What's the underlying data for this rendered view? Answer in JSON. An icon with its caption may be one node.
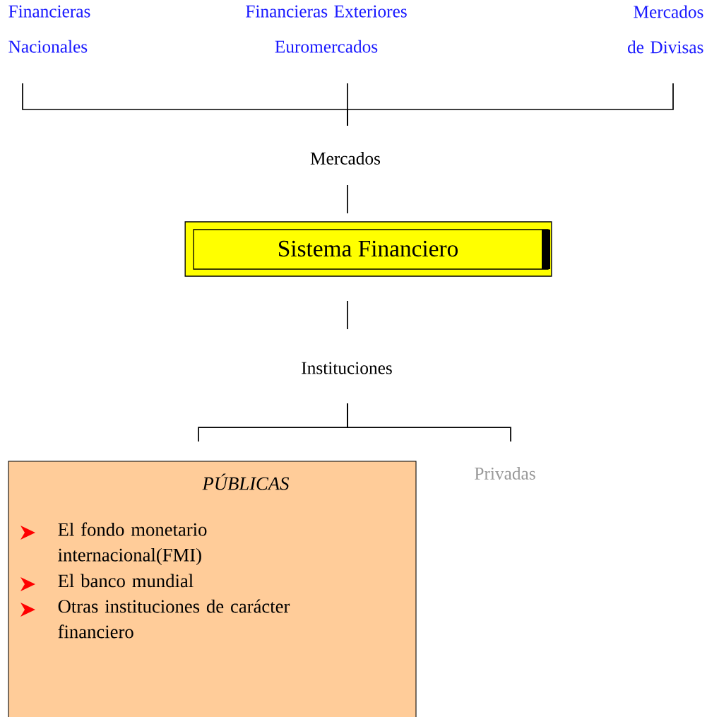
{
  "diagram": {
    "nodes": [
      {
        "text": [
          "Financieras Nacionales"
        ]
      },
      {
        "text": [
          "Financieras Exteriores Euromercados"
        ]
      },
      {
        "text": [
          "Mercados de Divisas"
        ]
      },
      {
        "text": [
          "Mercados"
        ]
      },
      {
        "text": [
          "Sistema Financiero"
        ]
      },
      {
        "text": [
          "Instituciones"
        ]
      },
      {
        "text": [
          "PÚBLICAS",
          "El fondo monetario internacional(FMI)",
          "El banco mundial",
          "Otras instituciones de carácter financiero"
        ]
      },
      {
        "text": [
          "Privadas"
        ]
      }
    ],
    "edges": [
      {
        "from": 3,
        "to": 0,
        "arrow": "none"
      },
      {
        "from": 3,
        "to": 1,
        "arrow": "none"
      },
      {
        "from": 3,
        "to": 2,
        "arrow": "none"
      },
      {
        "from": 3,
        "to": 4,
        "arrow": "none"
      },
      {
        "from": 4,
        "to": 5,
        "arrow": "none"
      },
      {
        "from": 5,
        "to": 6,
        "arrow": "none"
      },
      {
        "from": 5,
        "to": 7,
        "arrow": "none"
      }
    ]
  }
}
